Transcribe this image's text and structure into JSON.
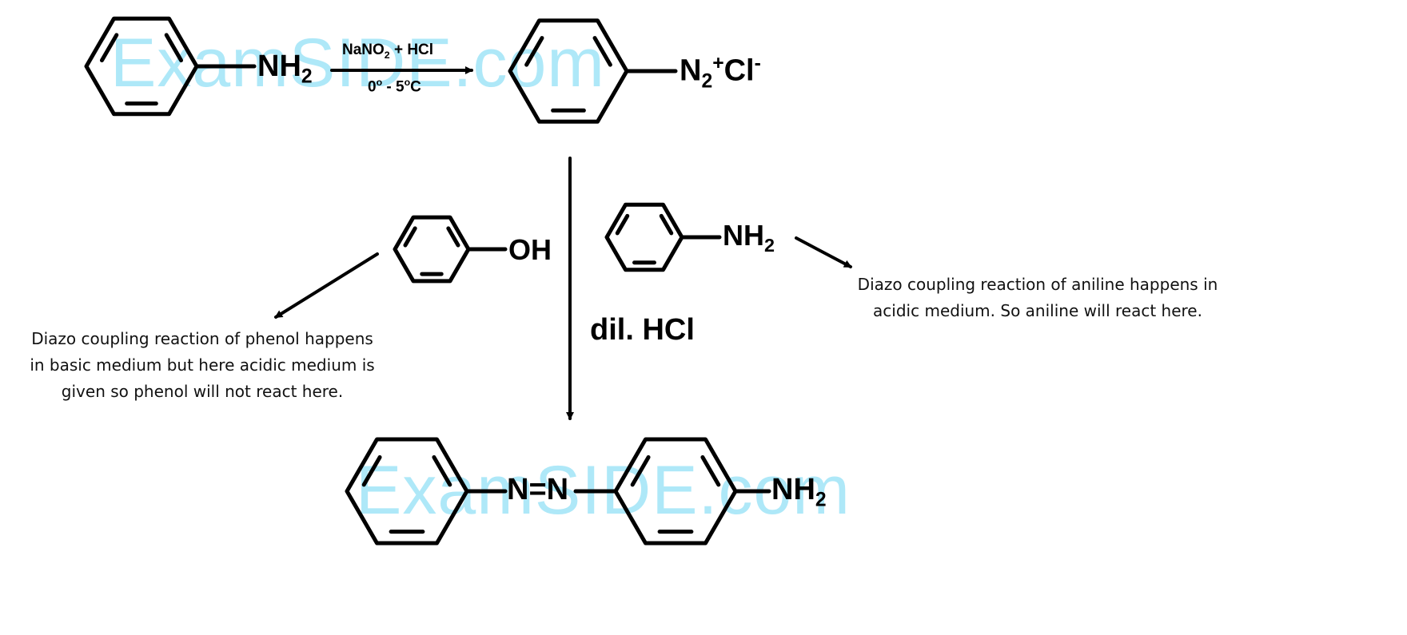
{
  "watermark": "ExamSIDE.com",
  "reactant": {
    "group": "NH",
    "sub": "2"
  },
  "reagent": {
    "line1_a": "NaNO",
    "line1_sub": "2",
    "line1_b": " + HCl",
    "t1": "0",
    "deg": "o",
    "dash": " - 5",
    "deg2": "o",
    "unit": "C"
  },
  "diazonium": {
    "n": "N",
    "sub": "2",
    "plus": "+",
    "cl": "Cl",
    "minus": "-"
  },
  "phenol": {
    "group": "OH"
  },
  "aniline": {
    "group": "NH",
    "sub": "2"
  },
  "condition": "dil. HCl",
  "phenol_note": [
    "Diazo coupling reaction of phenol happens",
    "in basic medium but here acidic medium is",
    "given so phenol will not react here."
  ],
  "aniline_note": [
    "Diazo coupling reaction of aniline happens in",
    "acidic medium. So aniline will react here."
  ],
  "product": {
    "azo": "N=N",
    "group": "NH",
    "sub": "2"
  }
}
